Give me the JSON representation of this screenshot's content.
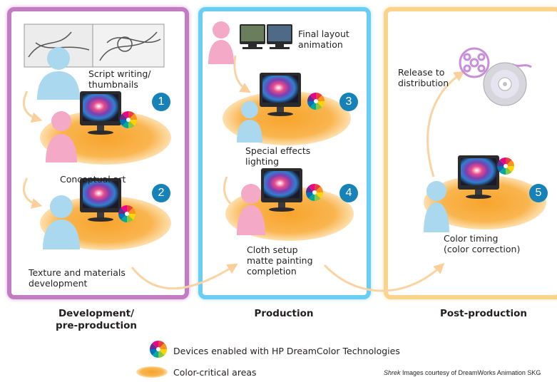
{
  "stages": [
    {
      "heading": "Development/\npre-production",
      "steps": [
        {
          "number": "1",
          "label": "Script writing/\nthumbnails"
        },
        {
          "number": "",
          "label": "Conceptual art"
        },
        {
          "number": "2",
          "label": "Texture and materials\ndevelopment"
        }
      ]
    },
    {
      "heading": "Production",
      "steps": [
        {
          "number": "",
          "label": "Final layout\nanimation"
        },
        {
          "number": "3",
          "label": "Special effects\nlighting"
        },
        {
          "number": "4",
          "label": "Cloth setup\nmatte painting\ncompletion"
        }
      ]
    },
    {
      "heading": "Post-production",
      "steps": [
        {
          "number": "",
          "label": "Release to\ndistribution"
        },
        {
          "number": "5",
          "label": "Color timing\n(color correction)"
        }
      ]
    }
  ],
  "legend": {
    "dreamcolor": "Devices enabled with HP DreamColor Technologies",
    "critical": "Color-critical areas"
  },
  "credit": {
    "title": "Shrek",
    "rest": " Images courtesy of DreamWorks Animation SKG"
  },
  "colors": {
    "dev_border": "#c27cc3",
    "prod_border": "#6ccdf2",
    "post_border": "#fbd38b",
    "badge": "#1782b8",
    "critical_area": "#f8b24a",
    "flow_arrow": "#fbd3a2",
    "person_blue": "#a9d8ef",
    "person_pink": "#f4a9c6"
  }
}
